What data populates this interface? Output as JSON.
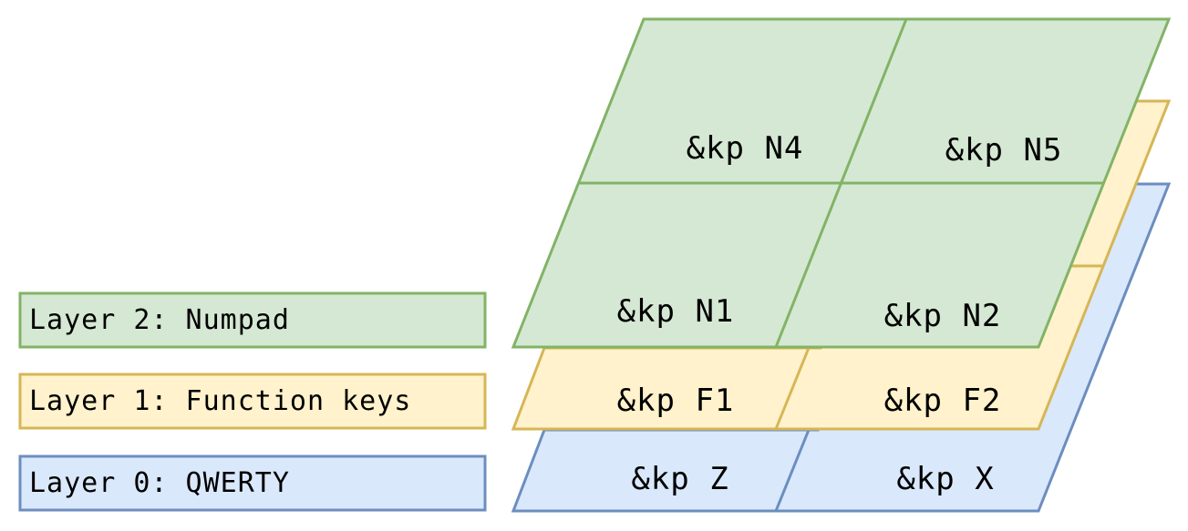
{
  "legend": [
    {
      "id": "layer2",
      "label": "Layer 2: Numpad"
    },
    {
      "id": "layer1",
      "label": "Layer 1: Function keys"
    },
    {
      "id": "layer0",
      "label": "Layer 0: QWERTY"
    }
  ],
  "layers": {
    "layer0": {
      "fill": "#dae8fc",
      "stroke": "#6c8ebf",
      "keys": [
        "&kp Z",
        "&kp X"
      ]
    },
    "layer1": {
      "fill": "#fff2cc",
      "stroke": "#d6b656",
      "keys": [
        "&kp F1",
        "&kp F2"
      ]
    },
    "layer2": {
      "fill": "#d5e8d4",
      "stroke": "#82b366",
      "keys": [
        "&kp N4",
        "&kp N5",
        "&kp N1",
        "&kp N2"
      ]
    }
  }
}
